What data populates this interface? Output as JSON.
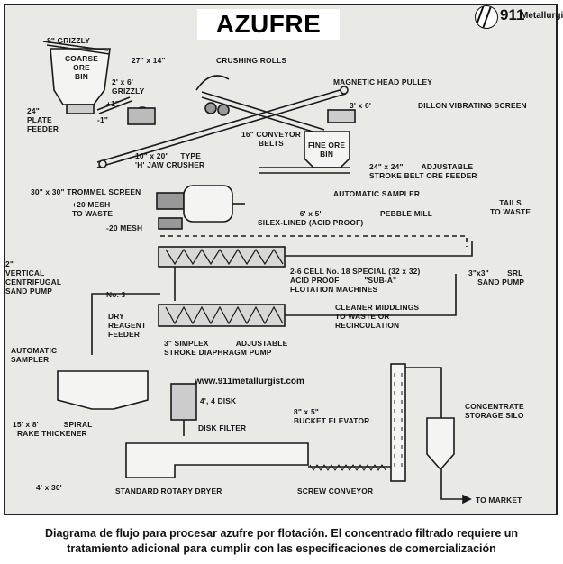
{
  "title": "AZUFRE",
  "logo": {
    "number": "911",
    "word": "Metallurgist"
  },
  "website": "www.911metallurgist.com",
  "caption": {
    "line1": "Diagrama de flujo para procesar azufre por flotación. El concentrado filtrado requiere un",
    "line2": "tratamiento adicional para cumplir con las especificaciones de comercialización"
  },
  "labels": {
    "grizzly_8": "8\" GRIZZLY",
    "coarse_ore_bin": "COARSE\nORE\nBIN",
    "dim_27x14": "27\" x 14\"",
    "crushing_rolls": "CRUSHING ROLLS",
    "magnetic_head_pulley": "MAGNETIC HEAD PULLEY",
    "grizzly_2x6": "2' x 6'\nGRIZZLY",
    "plus_1": "+1\"",
    "plate_feeder": "24\"\nPLATE\nFEEDER",
    "minus_1": "-1\"",
    "dim_3x6": "3' x 6'",
    "dillon_screen": "DILLON VIBRATING SCREEN",
    "conveyor_belts": "16\" CONVEYOR\nBELTS",
    "fine_ore_bin": "FINE ORE\nBIN",
    "jaw_crusher": "10\" x 20\"     TYPE\n'H' JAW CRUSHER",
    "belt_feeder": "24\" x 24\"        ADJUSTABLE\nSTROKE BELT ORE FEEDER",
    "trommel": "30\" x 30\" TROMMEL SCREEN",
    "automatic_sampler_1": "AUTOMATIC SAMPLER",
    "plus20_waste": "+20 MESH\nTO WASTE",
    "pebble_mill": "PEBBLE MILL",
    "silex_lined": "6' x 5'\nSILEX-LINED (ACID PROOF)",
    "tails_waste": "TAILS\nTO WASTE",
    "minus_20": "-20 MESH",
    "centrifugal_pump": "2\"\nVERTICAL\nCENTRIFUGAL\nSAND PUMP",
    "flotation": "2-6 CELL No. 18 SPECIAL (32 x 32)\nACID PROOF           \"SUB-A\"\nFLOTATION MACHINES",
    "srl_pump": "3\"x3\"        SRL\n    SAND PUMP",
    "no3": "No. 3",
    "reagent_feeder": "DRY\nREAGENT\nFEEDER",
    "cleaner": "CLEANER MIDDLINGS\nTO WASTE OR\nRECIRCULATION",
    "automatic_sampler_2": "AUTOMATIC\nSAMPLER",
    "diaphragm_pump": "3\" SIMPLEX            ADJUSTABLE\nSTROKE DIAPHRAGM PUMP",
    "disk_4_4": "4', 4 DISK",
    "thickener": "15' x 8'           SPIRAL\n  RAKE THICKENER",
    "bucket_elevator": "8\" x 5\"\nBUCKET ELEVATOR",
    "concentrate_silo": "CONCENTRATE\nSTORAGE SILO",
    "disk_filter": "DISK FILTER",
    "dryer_size": "4' x 30'",
    "rotary_dryer": "STANDARD ROTARY DRYER",
    "screw_conveyor": "SCREW CONVEYOR",
    "to_market": "TO MARKET"
  }
}
